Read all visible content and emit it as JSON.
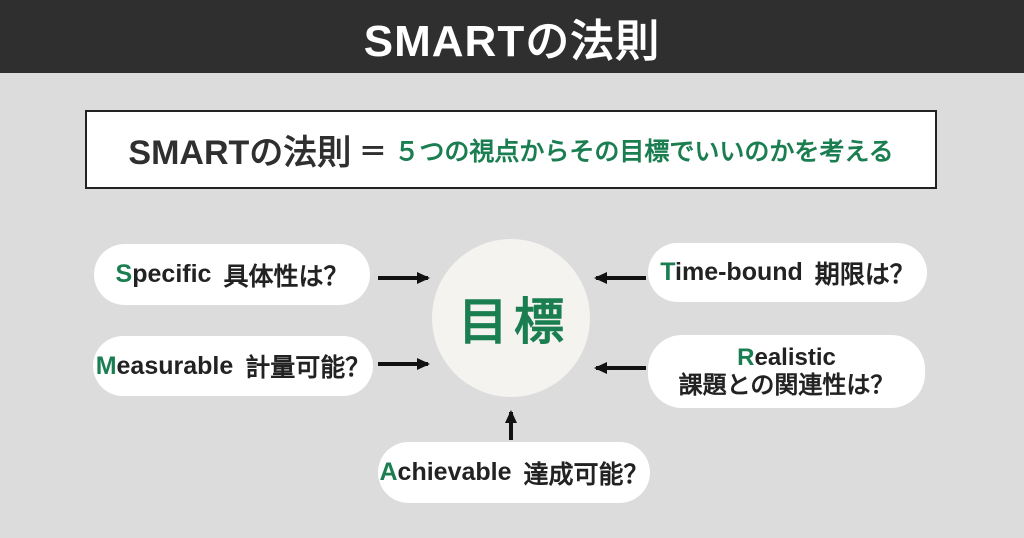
{
  "header": {
    "title": "SMARTの法則"
  },
  "definition": {
    "term": "SMARTの法則",
    "equals": "＝",
    "description": "５つの視点からその目標でいいのかを考える"
  },
  "goal": {
    "label": "目標"
  },
  "factors": [
    {
      "id": "specific",
      "initial": "S",
      "rest": "pecific",
      "label_ja": "具体性は？",
      "position": "top-left"
    },
    {
      "id": "measurable",
      "initial": "M",
      "rest": "easurable",
      "label_ja": "計量可能？",
      "position": "middle-left"
    },
    {
      "id": "time-bound",
      "initial": "T",
      "rest": "ime-bound",
      "label_ja": "期限は？",
      "position": "top-right"
    },
    {
      "id": "realistic",
      "initial": "R",
      "rest": "ealistic",
      "label_ja": "課題との関連性は？",
      "position": "middle-right"
    },
    {
      "id": "achievable",
      "initial": "A",
      "rest": "chievable",
      "label_ja": "達成可能？",
      "position": "bottom-center"
    }
  ],
  "colors": {
    "accent_green": "#1a7e51",
    "header_bg": "#2f2f2f",
    "page_bg": "#dcdcdc",
    "pill_bg": "#ffffff",
    "circle_bg": "#f5f3ef",
    "text_dark": "#222222",
    "arrow": "#111111"
  }
}
